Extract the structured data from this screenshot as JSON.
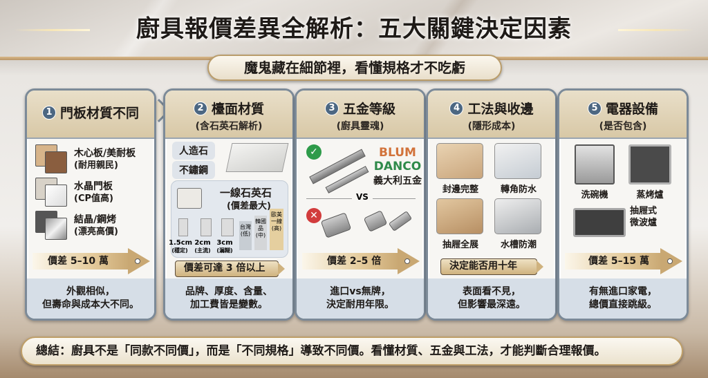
{
  "title": "廚具報價差異全解析：五大關鍵決定因素",
  "subtitle": "魔鬼藏在細節裡，看懂規格才不吃虧",
  "cards": [
    {
      "num": "1",
      "heading": "門板材質不同",
      "sub": "",
      "items": [
        {
          "label": "木心板/美耐板",
          "note": "(耐用親民)",
          "icon": "wood-panel-swatch"
        },
        {
          "label": "水晶門板",
          "note": "(CP值高)",
          "icon": "crystal-panel-swatch"
        },
        {
          "label": "結晶/鋼烤",
          "note": "(漂亮高價)",
          "icon": "glossy-panel-swatch"
        }
      ],
      "badge": "價差 5–10 萬",
      "footer": [
        "外觀相似，",
        "但壽命與成本大不同。"
      ]
    },
    {
      "num": "2",
      "heading": "檯面材質",
      "sub": "(含石英石解析)",
      "materials": [
        "人造石",
        "不鏽鋼"
      ],
      "quartz_title": "一線石英石",
      "quartz_note": "(價差最大)",
      "thickness": [
        {
          "size": "1.5cm",
          "note": "(穩定)"
        },
        {
          "size": "2cm",
          "note": "(主流)"
        },
        {
          "size": "3cm",
          "note": "(漏糊)"
        }
      ],
      "origins": [
        {
          "name": "台灣",
          "level": "(低)"
        },
        {
          "name": "韓國品",
          "level": "(中)"
        },
        {
          "name": "歐美一線",
          "level": "(高)"
        }
      ],
      "badge": "價差可達 3 倍以上",
      "footer": [
        "品牌、厚度、含量、",
        "加工費皆是變數。"
      ]
    },
    {
      "num": "3",
      "heading": "五金等級",
      "sub": "(廚具靈魂)",
      "brands": [
        {
          "name": "BLUM",
          "color": "#d2733b"
        },
        {
          "name": "DANCO",
          "color": "#2f8a4a"
        },
        {
          "name": "義大利五金",
          "color": "#1e1a17"
        }
      ],
      "vs": "VS",
      "badge": "價差 2–5 倍",
      "footer": [
        "進口vs無牌，",
        "決定耐用年限。"
      ]
    },
    {
      "num": "4",
      "heading": "工法與收邊",
      "sub": "(隱形成本)",
      "tiles": [
        "封邊完整",
        "轉角防水",
        "抽屜全展",
        "水槽防潮"
      ],
      "badge": "決定能否用十年",
      "footer": [
        "表面看不見，",
        "但影響最深遠。"
      ]
    },
    {
      "num": "5",
      "heading": "電器設備",
      "sub": "(是否包含)",
      "appliances": [
        "洗碗機",
        "蒸烤爐",
        "抽屜式",
        "微波爐"
      ],
      "badge": "價差 5–15 萬",
      "footer": [
        "有無進口家電，",
        "總價直接跳級。"
      ]
    }
  ],
  "summary": "總結：廚具不是「同款不同價」，而是「不同規格」導致不同價。看懂材質、五金與工法，才能判斷合理報價。",
  "colors": {
    "accent_blue": "#4c6782",
    "gold": "#c9a873",
    "check_green": "#2e9b4a",
    "cross_red": "#d23c3c"
  }
}
